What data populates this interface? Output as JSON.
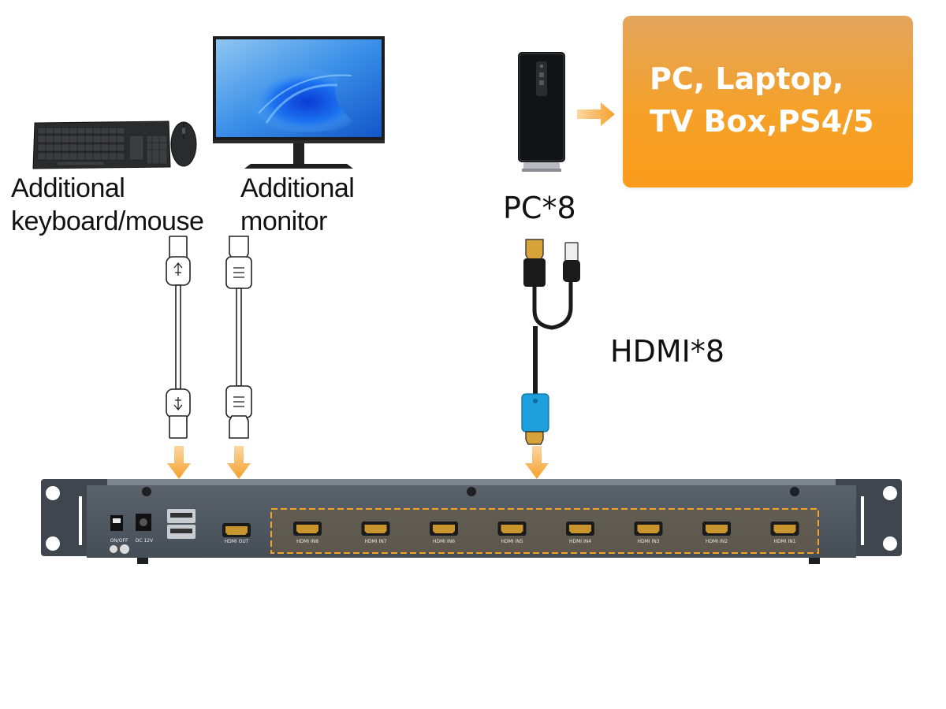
{
  "labels": {
    "keyboard_mouse_line1": "Additional",
    "keyboard_mouse_line2": "keyboard/mouse",
    "monitor_line1": "Additional",
    "monitor_line2": "monitor",
    "pc": "PC*8",
    "hdmi": "HDMI*8"
  },
  "callout": {
    "line1": "PC, Laptop,",
    "line2": "TV Box,PS4/5"
  },
  "panel": {
    "switch_label": "ON/OFF",
    "dc_label": "DC 12V",
    "hdmi_out": "HDMI OUT",
    "inputs": [
      "HDMI IN8",
      "HDMI IN7",
      "HDMI IN6",
      "HDMI IN5",
      "HDMI IN4",
      "HDMI IN3",
      "HDMI IN2",
      "HDMI IN1"
    ]
  },
  "colors": {
    "accent_orange": "#f5a12a",
    "panel_gray": "#4a535c",
    "port_gold": "#c8942e",
    "cable_blue": "#1ea0dc"
  },
  "icons": [
    "keyboard-icon",
    "mouse-icon",
    "monitor-icon",
    "pc-tower-icon",
    "usb-plug-icon",
    "hdmi-plug-icon",
    "arrow-right-icon",
    "arrow-down-icon"
  ]
}
